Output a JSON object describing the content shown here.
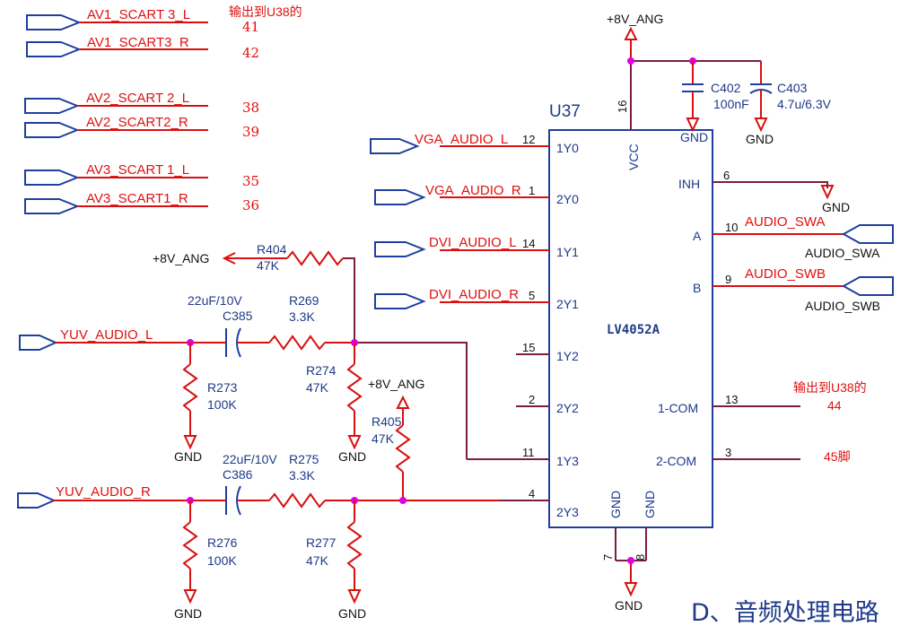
{
  "left_ports": [
    {
      "label": "AV1_SCART 3_L",
      "pin": "41",
      "note": "输出到U38的"
    },
    {
      "label": "AV1_SCART3_R",
      "pin": "42"
    },
    {
      "label": "AV2_SCART 2_L",
      "pin": "38"
    },
    {
      "label": "AV2_SCART2_R",
      "pin": "39"
    },
    {
      "label": "AV3_SCART 1_L",
      "pin": "35"
    },
    {
      "label": "AV3_SCART1_R",
      "pin": "36"
    }
  ],
  "chip": {
    "ref": "U37",
    "part": "LV4052A",
    "left_pins": [
      {
        "num": "12",
        "name": "1Y0",
        "net": "VGA_AUDIO_L"
      },
      {
        "num": "1",
        "name": "2Y0",
        "net": "VGA_AUDIO_R"
      },
      {
        "num": "14",
        "name": "1Y1",
        "net": "DVI_AUDIO_L"
      },
      {
        "num": "5",
        "name": "2Y1",
        "net": "DVI_AUDIO_R"
      },
      {
        "num": "15",
        "name": "1Y2"
      },
      {
        "num": "2",
        "name": "2Y2"
      },
      {
        "num": "11",
        "name": "1Y3"
      },
      {
        "num": "4",
        "name": "2Y3"
      }
    ],
    "right_pins": [
      {
        "num": "6",
        "name": "INH"
      },
      {
        "num": "10",
        "name": "A",
        "net": "AUDIO_SWA",
        "port": "AUDIO_SWA"
      },
      {
        "num": "9",
        "name": "B",
        "net": "AUDIO_SWB",
        "port": "AUDIO_SWB"
      },
      {
        "num": "13",
        "name": "1-COM"
      },
      {
        "num": "3",
        "name": "2-COM"
      }
    ],
    "vcc": {
      "num": "16",
      "name": "VCC"
    },
    "gnd_pins": [
      {
        "num": "7",
        "name": "GND"
      },
      {
        "num": "8",
        "name": "GND"
      }
    ],
    "gnd_label": "GND"
  },
  "power_net": "+8V_ANG",
  "gnd": "GND",
  "caps_top": [
    {
      "ref": "C402",
      "value": "100nF"
    },
    {
      "ref": "C403",
      "value": "4.7u/6.3V"
    }
  ],
  "output_notes": {
    "line1": "输出到U38的",
    "line2": "44",
    "line3": "45脚"
  },
  "yuv": {
    "left_in": "YUV_AUDIO_L",
    "right_in": "YUV_AUDIO_R",
    "c385": {
      "value": "22uF/10V",
      "ref": "C385"
    },
    "c386": {
      "value": "22uF/10V",
      "ref": "C386"
    },
    "r269": {
      "ref": "R269",
      "value": "3.3K"
    },
    "r275": {
      "ref": "R275",
      "value": "3.3K"
    },
    "r273": {
      "ref": "R273",
      "value": "100K"
    },
    "r276": {
      "ref": "R276",
      "value": "100K"
    },
    "r274": {
      "ref": "R274",
      "value": "47K"
    },
    "r277": {
      "ref": "R277",
      "value": "47K"
    },
    "r404": {
      "ref": "R404",
      "value": "47K"
    },
    "r405": {
      "ref": "R405",
      "value": "47K"
    }
  },
  "caption": "D、音频处理电路"
}
